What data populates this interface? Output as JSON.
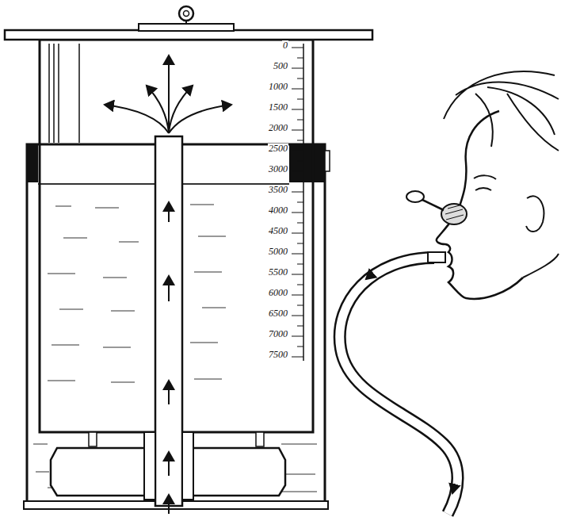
{
  "diagram": {
    "labels": [
      "0",
      "500",
      "1000",
      "1500",
      "2000",
      "2500",
      "3000",
      "3500",
      "4000",
      "4500",
      "5000",
      "5500",
      "6000",
      "6500",
      "7000",
      "7500"
    ]
  }
}
